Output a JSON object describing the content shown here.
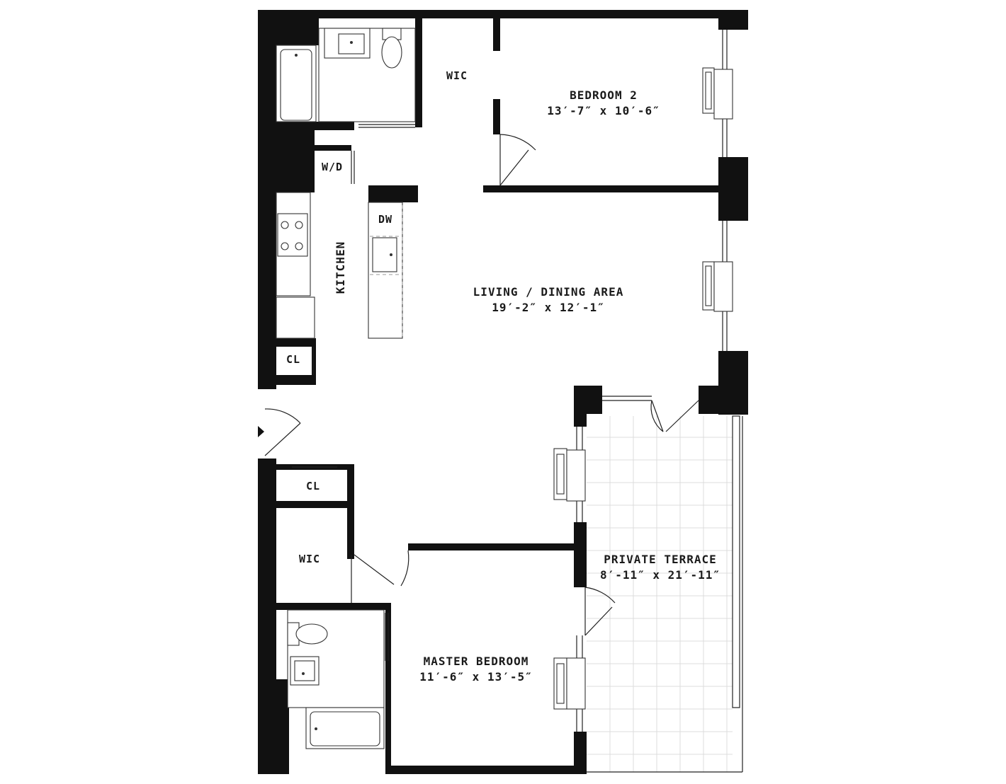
{
  "rooms": {
    "bedroom2": {
      "name": "BEDROOM 2",
      "dims": "13′-7″ x 10′-6″"
    },
    "living": {
      "name": "LIVING / DINING AREA",
      "dims": "19′-2″ x 12′-1″"
    },
    "master": {
      "name": "MASTER BEDROOM",
      "dims": "11′-6″ x 13′-5″"
    },
    "terrace": {
      "name": "PRIVATE TERRACE",
      "dims": "8′-11″ x 21′-11″"
    },
    "kitchen": {
      "name": "KITCHEN"
    }
  },
  "small_labels": {
    "wic_top": "WIC",
    "wd": "W/D",
    "dw": "DW",
    "cl_kitchen": "CL",
    "cl_entry": "CL",
    "wic_master": "WIC"
  },
  "icons": {
    "entry": "entry-arrow-icon",
    "window": "window-icon",
    "door": "door-swing-icon"
  },
  "colors": {
    "wall": "#111111",
    "background": "#ffffff",
    "grid": "#dcdcdc"
  }
}
